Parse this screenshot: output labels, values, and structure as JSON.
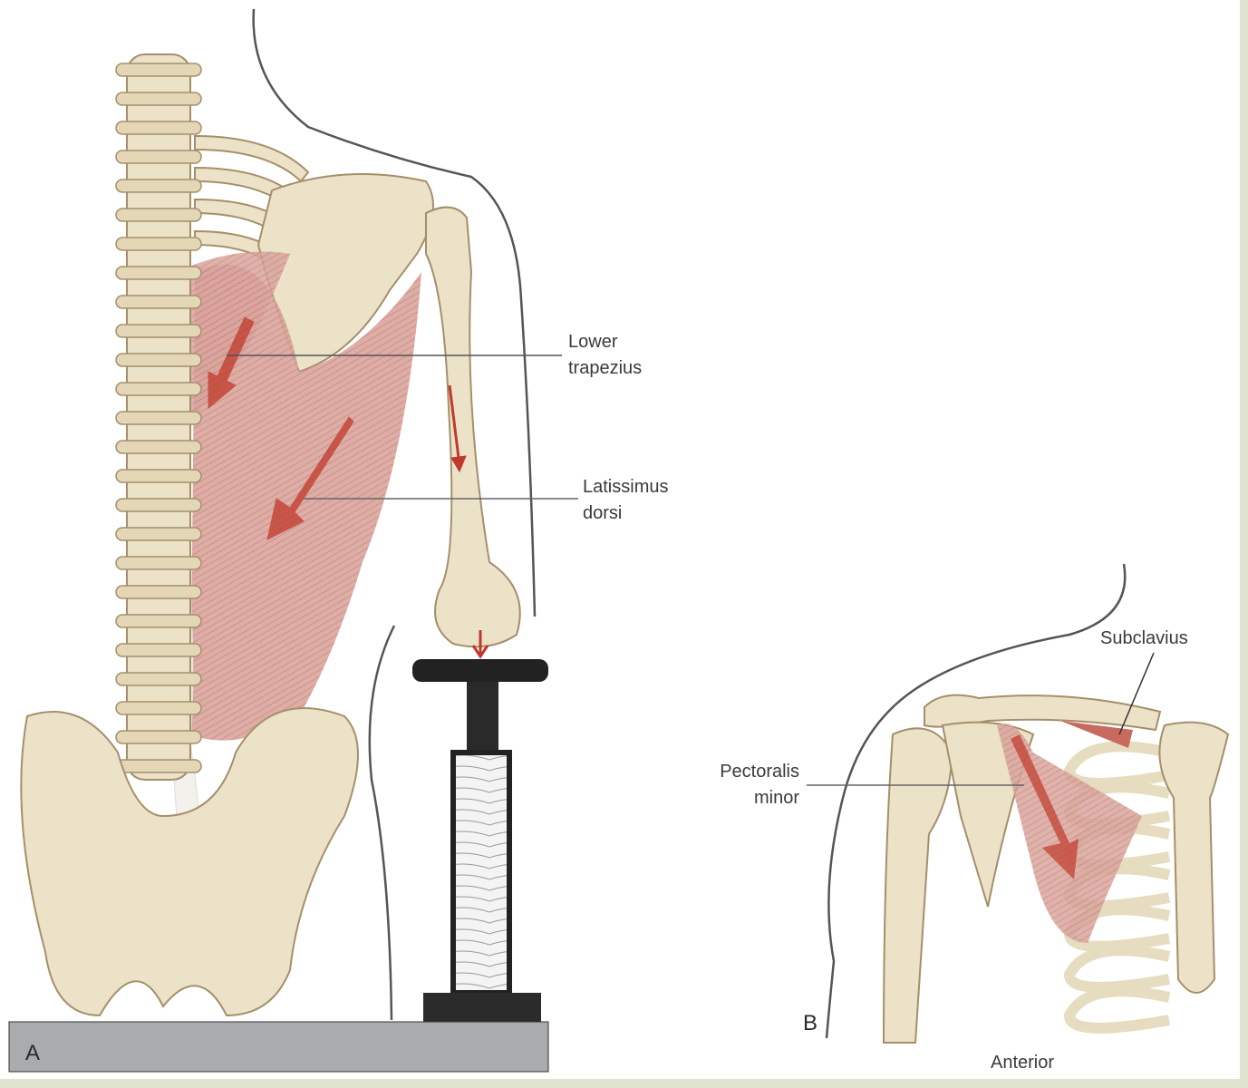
{
  "figure": {
    "panel_a": {
      "letter": "A",
      "labels": {
        "lower_trapezius": [
          "Lower",
          "trapezius"
        ],
        "latissimus_dorsi": [
          "Latissimus",
          "dorsi"
        ]
      }
    },
    "panel_b": {
      "letter": "B",
      "view": "Anterior",
      "labels": {
        "subclavius": "Subclavius",
        "pectoralis_minor": [
          "Pectoralis",
          "minor"
        ]
      }
    }
  },
  "colors": {
    "bone": "#ece2c8",
    "bone_outline": "#a58f6a",
    "muscle": "#d49a92",
    "arrow": "#c0392b",
    "platform": "#a9abaf",
    "frame": "#dfe3cf"
  }
}
